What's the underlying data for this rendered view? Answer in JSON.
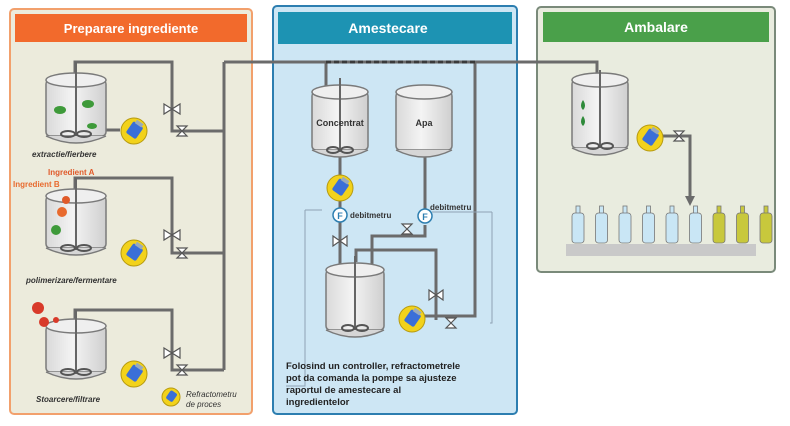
{
  "panels": {
    "prep": {
      "title": "Preparare ingrediente",
      "header_color": "#f26a2c",
      "bg_color": "#ecebdc"
    },
    "mix": {
      "title": "Amestecare",
      "header_color": "#1d93b3",
      "bg_color": "#cde6f4"
    },
    "pack": {
      "title": "Ambalare",
      "header_color": "#4aa04a",
      "bg_color": "#e9ecdf"
    }
  },
  "prep_labels": {
    "tank1": "extractie/fierbere",
    "tank2": "polimerizare/fermentare",
    "tank3": "Stoarcere/filtrare",
    "ingredient_a": "Ingredient A",
    "ingredient_b": "Ingredient B",
    "refractometer_legend": [
      "Refractometru",
      "de proces"
    ]
  },
  "mix_labels": {
    "tank_concentrat": "Concentrat",
    "tank_apa": "Apa",
    "flowmeter_symbol": "F",
    "flowmeter1": "debitmetru",
    "flowmeter2": "debitmetru",
    "note": [
      "Folosind un controller, refractometrele",
      "pot da comanda la pompe sa ajusteze",
      "raportul de amestecare al",
      "ingredientelor"
    ]
  },
  "colors": {
    "pipe": "#6b6b6b",
    "tank_fill": "#e8e8e8",
    "sensor_ring": "#f2d21b",
    "sensor_body": "#3a6fd8",
    "bottle_clear": "#c9e6f5",
    "bottle_yellow": "#c8c83c",
    "ingredient_a": "#e05a2a",
    "ingredient_b": "#e86a2e"
  }
}
